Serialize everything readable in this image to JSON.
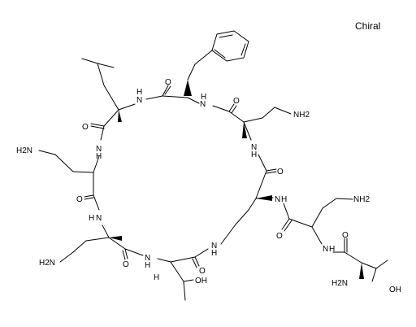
{
  "label": "Chiral",
  "atoms": {
    "nh2_upper_right": "NH2",
    "nh2_left": "H2N",
    "nh2_lower_left": "H2N",
    "nh2_right_side": "NH2",
    "nh2_bottom_right": "H2N",
    "oh_ring": "OH",
    "oh_tail": "OH",
    "n": "N",
    "h": "H",
    "o": "O"
  },
  "colors": {
    "ink": "#000000",
    "background": "#ffffff"
  }
}
